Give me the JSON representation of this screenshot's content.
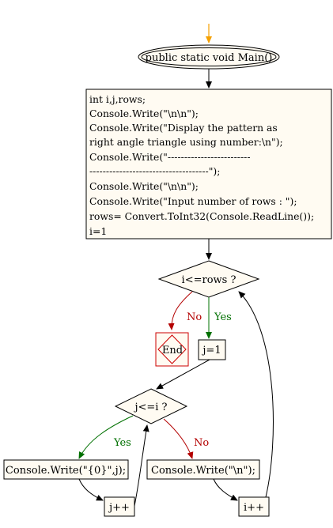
{
  "colors": {
    "start_arrow": "#f5a000",
    "node_fill": "#fffbf2",
    "stroke": "#000000",
    "no_branch": "#b30000",
    "yes_branch": "#007000",
    "end_stroke": "#cc0000",
    "back_edge": "#000000"
  },
  "start": {
    "label": "public static void Main()"
  },
  "init_block": {
    "lines": [
      "int i,j,rows;",
      "Console.Write(\"\\n\\n\");",
      "Console.Write(\"Display the pattern as",
      "right angle triangle using number:\\n\");",
      "Console.Write(\"-------------------------",
      "------------------------------------\");",
      "Console.Write(\"\\n\\n\");",
      "Console.Write(\"Input number of rows : \");",
      "rows= Convert.ToInt32(Console.ReadLine());",
      "i=1"
    ]
  },
  "decision_outer": {
    "label": "i<=rows ?",
    "no_label": "No",
    "yes_label": "Yes"
  },
  "end_node": {
    "label": "End"
  },
  "j_init": {
    "label": "j=1"
  },
  "decision_inner": {
    "label": "j<=i ?",
    "no_label": "No",
    "yes_label": "Yes"
  },
  "print_j": {
    "label": "Console.Write(\"{0}\",j);"
  },
  "print_newline": {
    "label": "Console.Write(\"\\n\");"
  },
  "j_inc": {
    "label": "j++"
  },
  "i_inc": {
    "label": "i++"
  }
}
